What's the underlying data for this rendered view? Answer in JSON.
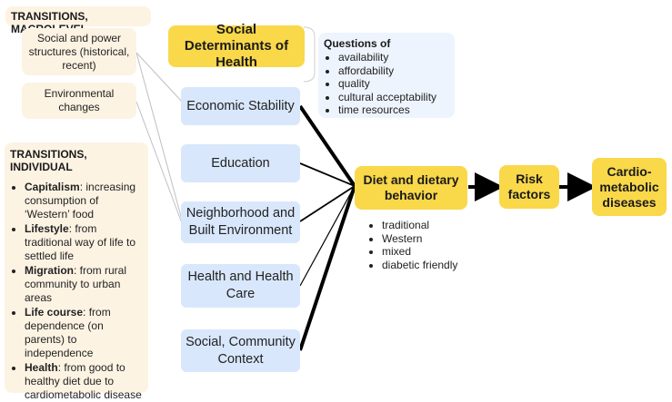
{
  "macro": {
    "heading": "TRANSITIONS, MACROLEVEL",
    "social_power": "Social and power structures (historical, recent)",
    "environmental": "Environmental changes"
  },
  "individual": {
    "heading": "TRANSITIONS, INDIVIDUAL",
    "items": [
      {
        "bold": "Capitalism",
        "text": ": increasing consumption of ‘Western’ food"
      },
      {
        "bold": "Lifestyle",
        "text": ": from traditional way of life to settled life"
      },
      {
        "bold": "Migration",
        "text": ": from rural community to urban areas"
      },
      {
        "bold": "Life course",
        "text": ": from dependence (on parents) to independence"
      },
      {
        "bold": "Health",
        "text": ": from good to healthy diet due to cardiometabolic disease"
      }
    ]
  },
  "sdoh": {
    "title": "Social Determinants of Health",
    "factors": [
      "Economic Stability",
      "Education",
      "Neighborhood and Built Environment",
      "Health and Health Care",
      "Social, Community Context"
    ]
  },
  "questions": {
    "heading": "Questions of",
    "items": [
      "availability",
      "affordability",
      "quality",
      "cultural acceptability",
      "time resources"
    ]
  },
  "diet": {
    "title": "Diet and dietary behavior",
    "types": [
      "traditional",
      "Western",
      "mixed",
      "diabetic friendly"
    ]
  },
  "risk": {
    "title": "Risk factors"
  },
  "outcome": {
    "title": "Cardio-metabolic diseases"
  },
  "colors": {
    "cream": "#fdf3e3",
    "blue": "#d8e7fb",
    "yellow": "#f9d84a",
    "question_bg": "#eef4fd",
    "arrow": "#000000",
    "connector": "#bfbfbf"
  }
}
